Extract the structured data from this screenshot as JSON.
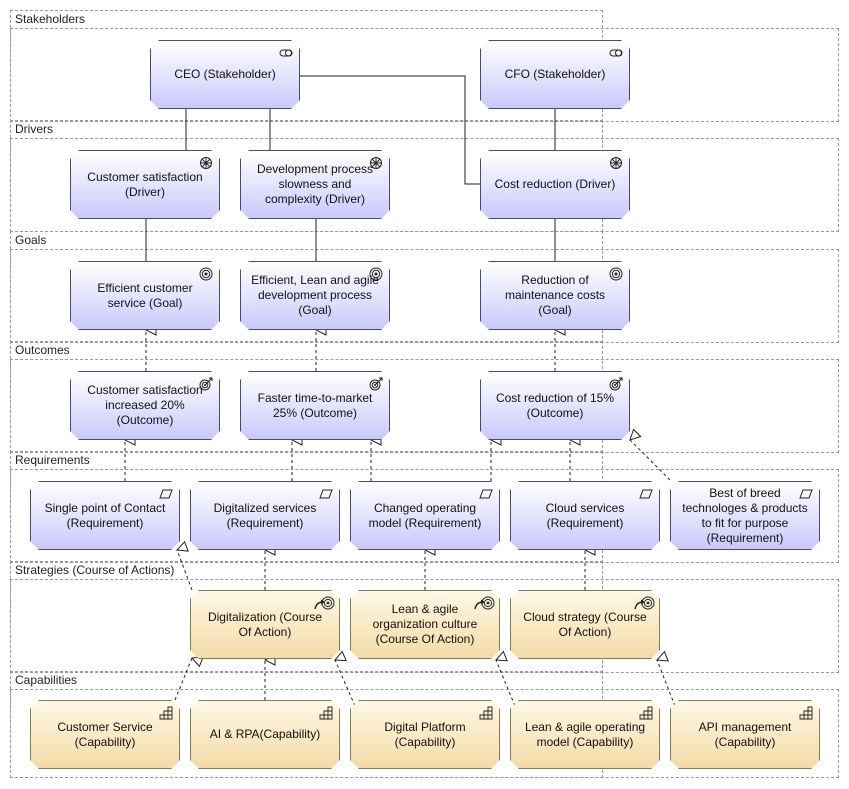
{
  "groups": {
    "stakeholders": "Stakeholders",
    "drivers": "Drivers",
    "goals": "Goals",
    "outcomes": "Outcomes",
    "requirements": "Requirements",
    "strategies": "Strategies (Course of Actions)",
    "capabilities": "Capabilities"
  },
  "nodes": {
    "ceo": "CEO (Stakeholder)",
    "cfo": "CFO (Stakeholder)",
    "driver_cs": "Customer satisfaction\n(Driver)",
    "driver_dev": "Development process\nslowness and\ncomplexity (Driver)",
    "driver_cost": "Cost reduction (Driver)",
    "goal_ecs": "Efficient customer\nservice (Goal)",
    "goal_lean": "Efficient, Lean and agile\ndevelopment process\n(Goal)",
    "goal_maint": "Reduction of\nmaintenance costs\n(Goal)",
    "out_cs": "Customer satisfaction\nincreased 20%\n(Outcome)",
    "out_ttm": "Faster time-to-market\n25% (Outcome)",
    "out_cost": "Cost reduction of 15%\n(Outcome)",
    "req_spoc": "Single point of Contact\n(Requirement)",
    "req_digital": "Digitalized services\n(Requirement)",
    "req_model": "Changed operating\nmodel (Requirement)",
    "req_cloud": "Cloud services\n(Requirement)",
    "req_best": "Best of breed\ntechnologes & products\nto fit for purpose\n(Requirement)",
    "coa_digital": "Digitalization (Course\nOf Action)",
    "coa_lean": "Lean & agile\norganization culture\n(Course Of Action)",
    "coa_cloud": "Cloud strategy (Course\nOf Action)",
    "cap_cs": "Customer Service\n(Capability)",
    "cap_ai": "AI & RPA(Capability)",
    "cap_dp": "Digital Platform\n(Capability)",
    "cap_lean": "Lean & agile operating\nmodel (Capability)",
    "cap_api": "API management\n(Capability)"
  },
  "icons": {
    "stakeholder": "stakeholder-icon",
    "driver": "driver-icon",
    "goal": "goal-icon",
    "outcome": "outcome-icon",
    "requirement": "requirement-icon",
    "course_of_action": "course-of-action-icon",
    "capability": "capability-icon"
  },
  "colors": {
    "motivation_fill": "#c9c9fb",
    "strategy_fill": "#f3dba6"
  }
}
